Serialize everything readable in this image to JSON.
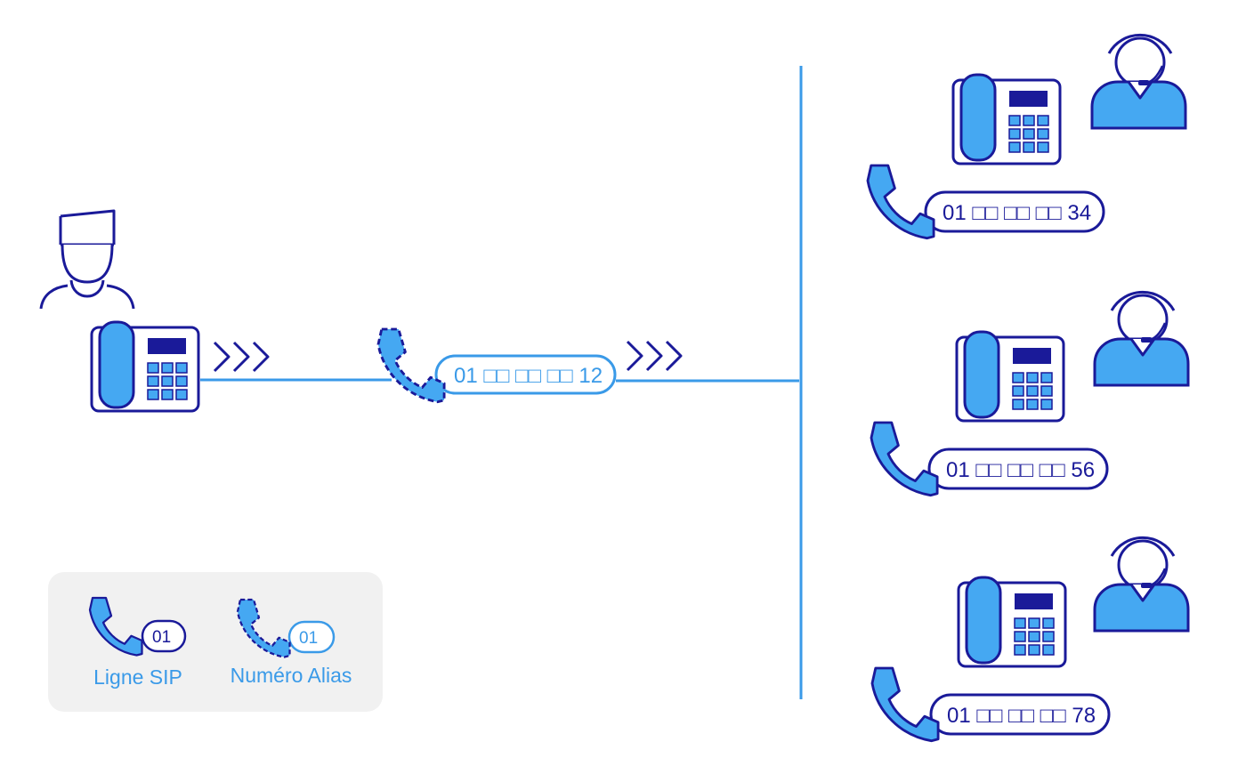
{
  "colors": {
    "navy": "#1a1a99",
    "blue": "#3a9ae8",
    "fill_blue": "#45a8f2",
    "panel_bg": "#f1f1f1"
  },
  "caller": {
    "alias_number": "01 □□ □□ □□ 12"
  },
  "agents": [
    {
      "number": "01 □□ □□ □□ 34"
    },
    {
      "number": "01 □□ □□ □□ 56"
    },
    {
      "number": "01 □□ □□ □□ 78"
    }
  ],
  "legend": {
    "sip": {
      "code": "01",
      "label": "Ligne SIP"
    },
    "alias": {
      "code": "01",
      "label": "Numéro Alias"
    }
  },
  "icons": [
    "user-icon",
    "desk-phone-icon",
    "handset-icon",
    "headset-agent-icon",
    "chevrons-icon"
  ]
}
